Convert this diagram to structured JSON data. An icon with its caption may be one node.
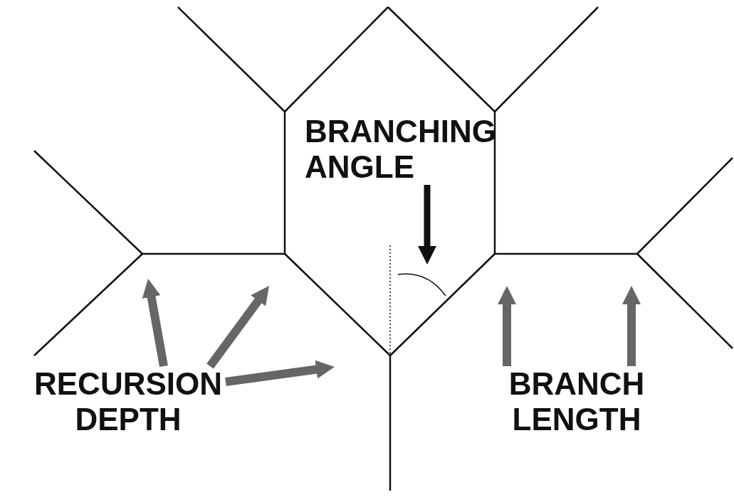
{
  "diagram": {
    "nodes": [
      {
        "text": [
          "BRANCHING ANGLE"
        ]
      },
      {
        "text": [
          "RECURSION DEPTH"
        ]
      },
      {
        "text": [
          "BRANCH LENGTH"
        ]
      }
    ],
    "edges": [
      {
        "from": 0,
        "to": null,
        "arrow": "to"
      },
      {
        "from": 1,
        "to": null,
        "arrow": "to"
      },
      {
        "from": 1,
        "to": null,
        "arrow": "to"
      },
      {
        "from": 1,
        "to": null,
        "arrow": "to"
      },
      {
        "from": 2,
        "to": null,
        "arrow": "to"
      },
      {
        "from": 2,
        "to": null,
        "arrow": "to"
      }
    ]
  }
}
